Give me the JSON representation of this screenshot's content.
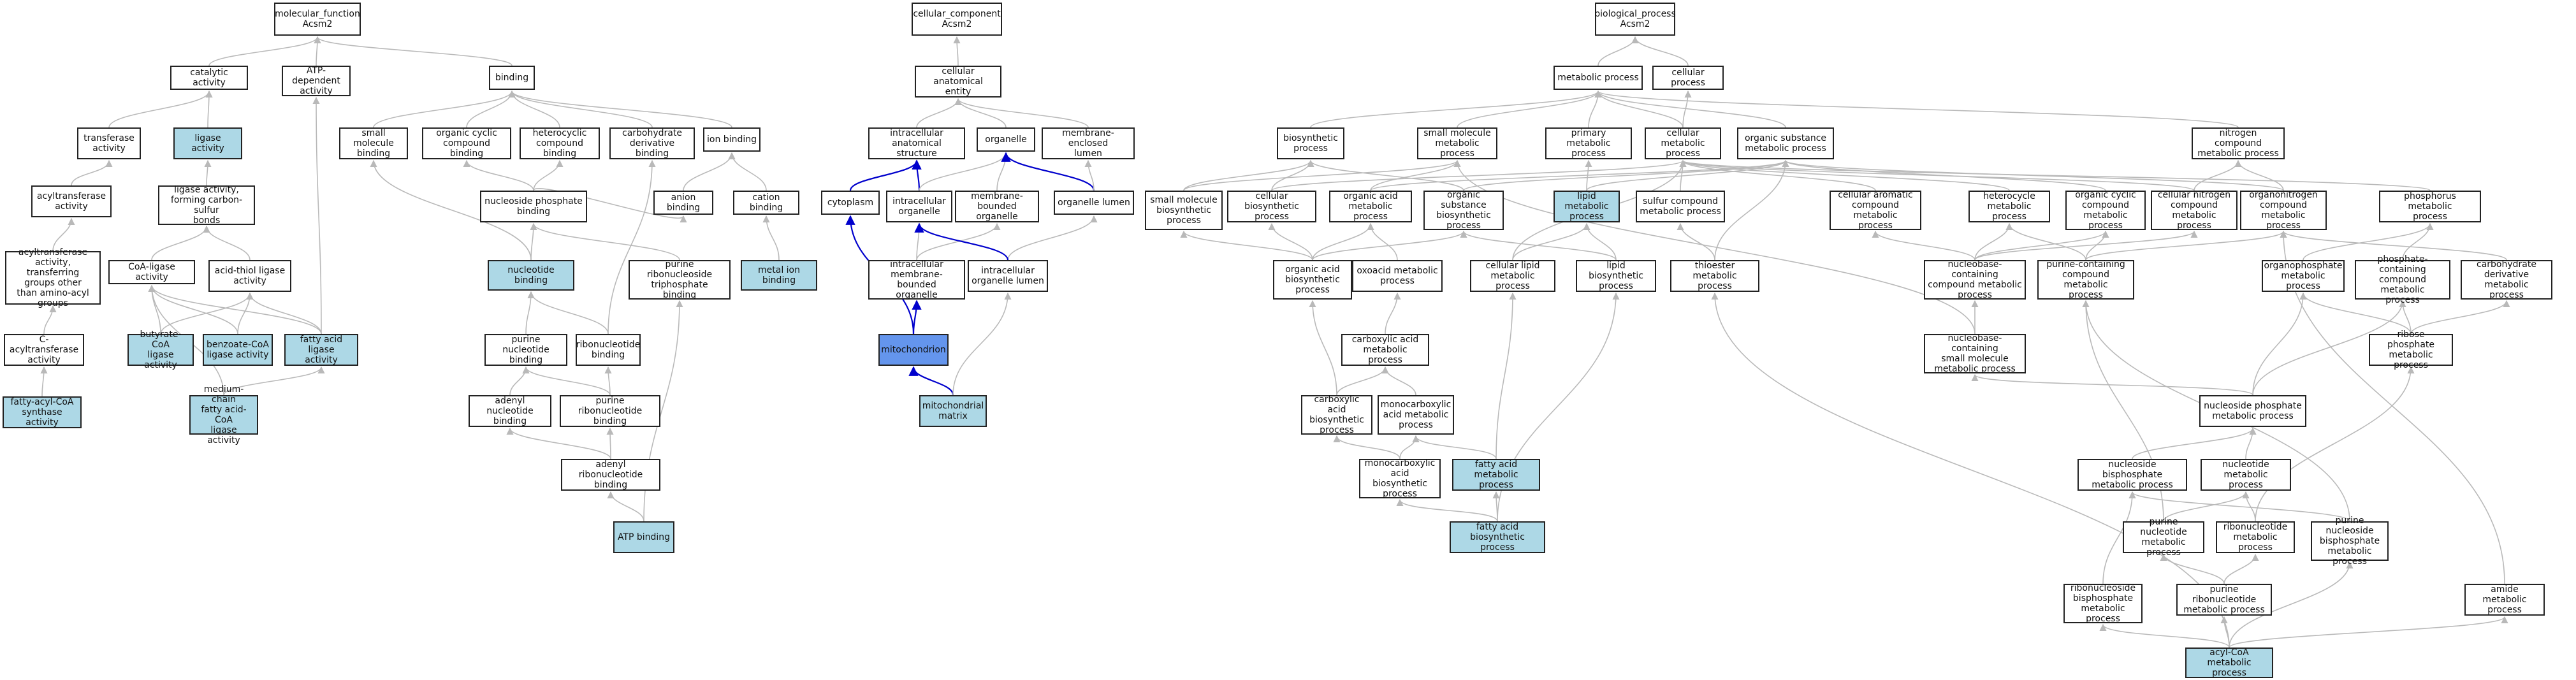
{
  "colors": {
    "node_fill": "#ffffff",
    "highlight_fill": "#add8e6",
    "focus_fill": "#6495ed",
    "edge_gray": "#b9b9b9",
    "edge_blue": "#0000cc",
    "border": "#222222"
  },
  "nodes": [
    {
      "id": "mf",
      "label": "molecular_function\nAcsm2",
      "fill": "white"
    },
    {
      "id": "catalytic",
      "label": "catalytic activity",
      "fill": "white"
    },
    {
      "id": "atpdep",
      "label": "ATP-dependent\nactivity",
      "fill": "white"
    },
    {
      "id": "binding",
      "label": "binding",
      "fill": "white"
    },
    {
      "id": "transferase",
      "label": "transferase\nactivity",
      "fill": "white"
    },
    {
      "id": "ligase",
      "label": "ligase activity",
      "fill": "blue"
    },
    {
      "id": "smbind",
      "label": "small molecule\nbinding",
      "fill": "white"
    },
    {
      "id": "orgcycbind",
      "label": "organic cyclic\ncompound binding",
      "fill": "white"
    },
    {
      "id": "hetbind",
      "label": "heterocyclic\ncompound binding",
      "fill": "white"
    },
    {
      "id": "carbbind",
      "label": "carbohydrate\nderivative binding",
      "fill": "white"
    },
    {
      "id": "ionbind",
      "label": "ion binding",
      "fill": "white"
    },
    {
      "id": "acyltrans",
      "label": "acyltransferase\nactivity",
      "fill": "white"
    },
    {
      "id": "ligcs",
      "label": "ligase activity,\nforming carbon-sulfur\nbonds",
      "fill": "white"
    },
    {
      "id": "nucphosbind",
      "label": "nucleoside phosphate\nbinding",
      "fill": "white"
    },
    {
      "id": "anionbind",
      "label": "anion binding",
      "fill": "white"
    },
    {
      "id": "cationbind",
      "label": "cation binding",
      "fill": "white"
    },
    {
      "id": "acyltransother",
      "label": "acyltransferase\nactivity, transferring\ngroups other\nthan amino-acyl\ngroups",
      "fill": "white"
    },
    {
      "id": "coalig",
      "label": "CoA-ligase activity",
      "fill": "white"
    },
    {
      "id": "acidthiol",
      "label": "acid-thiol ligase\nactivity",
      "fill": "white"
    },
    {
      "id": "nucbind",
      "label": "nucleotide binding",
      "fill": "blue"
    },
    {
      "id": "purntp",
      "label": "purine ribonucleoside\ntriphosphate\nbinding",
      "fill": "white"
    },
    {
      "id": "metalion",
      "label": "metal ion binding",
      "fill": "blue"
    },
    {
      "id": "cacyl",
      "label": "C-acyltransferase\nactivity",
      "fill": "white"
    },
    {
      "id": "butcoa",
      "label": "butyrate-CoA\nligase activity",
      "fill": "blue"
    },
    {
      "id": "bzcoa",
      "label": "benzoate-CoA\nligase activity",
      "fill": "blue"
    },
    {
      "id": "falig",
      "label": "fatty acid ligase\nactivity",
      "fill": "blue"
    },
    {
      "id": "purnucbind",
      "label": "purine nucleotide\nbinding",
      "fill": "white"
    },
    {
      "id": "ribonucbind",
      "label": "ribonucleotide\nbinding",
      "fill": "white"
    },
    {
      "id": "fattyacylcoa",
      "label": "fatty-acyl-CoA\nsynthase activity",
      "fill": "blue"
    },
    {
      "id": "mcfacoa",
      "label": "medium-chain\nfatty acid-CoA\nligase activity",
      "fill": "blue"
    },
    {
      "id": "adenucbind",
      "label": "adenyl nucleotide\nbinding",
      "fill": "white"
    },
    {
      "id": "purribbind",
      "label": "purine ribonucleotide\nbinding",
      "fill": "white"
    },
    {
      "id": "aderibbind",
      "label": "adenyl ribonucleotide\nbinding",
      "fill": "white"
    },
    {
      "id": "atpbind",
      "label": "ATP binding",
      "fill": "blue"
    },
    {
      "id": "cc",
      "label": "cellular_component\nAcsm2",
      "fill": "white"
    },
    {
      "id": "cae",
      "label": "cellular anatomical\nentity",
      "fill": "white"
    },
    {
      "id": "intracell",
      "label": "intracellular\nanatomical structure",
      "fill": "white"
    },
    {
      "id": "organelle",
      "label": "organelle",
      "fill": "white"
    },
    {
      "id": "membencl",
      "label": "membrane-enclosed\nlumen",
      "fill": "white"
    },
    {
      "id": "cytoplasm",
      "label": "cytoplasm",
      "fill": "white"
    },
    {
      "id": "intraorg",
      "label": "intracellular\norganelle",
      "fill": "white"
    },
    {
      "id": "membbound",
      "label": "membrane-bounded\norganelle",
      "fill": "white"
    },
    {
      "id": "orglumen",
      "label": "organelle lumen",
      "fill": "white"
    },
    {
      "id": "intmembbound",
      "label": "intracellular\nmembrane-bounded\norganelle",
      "fill": "white"
    },
    {
      "id": "intorglumen",
      "label": "intracellular\norganelle lumen",
      "fill": "white"
    },
    {
      "id": "mito",
      "label": "mitochondrion",
      "fill": "focus"
    },
    {
      "id": "mitomatrix",
      "label": "mitochondrial\nmatrix",
      "fill": "blue"
    },
    {
      "id": "bp",
      "label": "biological_process\nAcsm2",
      "fill": "white"
    },
    {
      "id": "metproc",
      "label": "metabolic process",
      "fill": "white"
    },
    {
      "id": "cellproc",
      "label": "cellular process",
      "fill": "white"
    },
    {
      "id": "biosyn",
      "label": "biosynthetic\nprocess",
      "fill": "white"
    },
    {
      "id": "smmet",
      "label": "small molecule\nmetabolic process",
      "fill": "white"
    },
    {
      "id": "primmet",
      "label": "primary metabolic\nprocess",
      "fill": "white"
    },
    {
      "id": "cellmet",
      "label": "cellular metabolic\nprocess",
      "fill": "white"
    },
    {
      "id": "orgsubmet",
      "label": "organic substance\nmetabolic process",
      "fill": "white"
    },
    {
      "id": "nitromet",
      "label": "nitrogen compound\nmetabolic process",
      "fill": "white"
    },
    {
      "id": "smbiosyn",
      "label": "small molecule\nbiosynthetic\nprocess",
      "fill": "white"
    },
    {
      "id": "cellbiosyn",
      "label": "cellular biosynthetic\nprocess",
      "fill": "white"
    },
    {
      "id": "orgacidmet",
      "label": "organic acid\nmetabolic process",
      "fill": "white"
    },
    {
      "id": "orgsubbiosyn",
      "label": "organic substance\nbiosynthetic\nprocess",
      "fill": "white"
    },
    {
      "id": "lipidmet",
      "label": "lipid metabolic\nprocess",
      "fill": "blue"
    },
    {
      "id": "sulfmet",
      "label": "sulfur compound\nmetabolic process",
      "fill": "white"
    },
    {
      "id": "cellaromet",
      "label": "cellular aromatic\ncompound metabolic\nprocess",
      "fill": "white"
    },
    {
      "id": "hetcycmet",
      "label": "heterocycle\nmetabolic process",
      "fill": "white"
    },
    {
      "id": "orgcycmet",
      "label": "organic cyclic\ncompound metabolic\nprocess",
      "fill": "white"
    },
    {
      "id": "cellnitmet",
      "label": "cellular nitrogen\ncompound metabolic\nprocess",
      "fill": "white"
    },
    {
      "id": "organonitmet",
      "label": "organonitrogen\ncompound metabolic\nprocess",
      "fill": "white"
    },
    {
      "id": "phosphmet",
      "label": "phosphorus metabolic\nprocess",
      "fill": "white"
    },
    {
      "id": "orgacidbiosyn",
      "label": "organic acid\nbiosynthetic\nprocess",
      "fill": "white"
    },
    {
      "id": "oxoacid",
      "label": "oxoacid metabolic\nprocess",
      "fill": "white"
    },
    {
      "id": "celllipid",
      "label": "cellular lipid\nmetabolic process",
      "fill": "white"
    },
    {
      "id": "lipidbiosyn",
      "label": "lipid biosynthetic\nprocess",
      "fill": "white"
    },
    {
      "id": "thioester",
      "label": "thioester metabolic\nprocess",
      "fill": "white"
    },
    {
      "id": "nbcompmet",
      "label": "nucleobase-containing\ncompound metabolic\nprocess",
      "fill": "white"
    },
    {
      "id": "purcont",
      "label": "purine-containing\ncompound metabolic\nprocess",
      "fill": "white"
    },
    {
      "id": "orgphos",
      "label": "organophosphate\nmetabolic process",
      "fill": "white"
    },
    {
      "id": "phoscont",
      "label": "phosphate-containing\ncompound metabolic\nprocess",
      "fill": "white"
    },
    {
      "id": "carbderiv",
      "label": "carbohydrate\nderivative metabolic\nprocess",
      "fill": "white"
    },
    {
      "id": "carboxmet",
      "label": "carboxylic acid\nmetabolic process",
      "fill": "white"
    },
    {
      "id": "nbsmmet",
      "label": "nucleobase-containing\nsmall molecule\nmetabolic process",
      "fill": "white"
    },
    {
      "id": "ribphos",
      "label": "ribose phosphate\nmetabolic process",
      "fill": "white"
    },
    {
      "id": "carboxbiosyn",
      "label": "carboxylic acid\nbiosynthetic\nprocess",
      "fill": "white"
    },
    {
      "id": "monocarbmet",
      "label": "monocarboxylic\nacid metabolic\nprocess",
      "fill": "white"
    },
    {
      "id": "nucphosmet",
      "label": "nucleoside phosphate\nmetabolic process",
      "fill": "white"
    },
    {
      "id": "monocarbbiosyn",
      "label": "monocarboxylic\nacid biosynthetic\nprocess",
      "fill": "white"
    },
    {
      "id": "famet",
      "label": "fatty acid metabolic\nprocess",
      "fill": "blue"
    },
    {
      "id": "nucbisphos",
      "label": "nucleoside bisphosphate\nmetabolic process",
      "fill": "white"
    },
    {
      "id": "nucleotidemet",
      "label": "nucleotide metabolic\nprocess",
      "fill": "white"
    },
    {
      "id": "fabiosyn",
      "label": "fatty acid biosynthetic\nprocess",
      "fill": "blue"
    },
    {
      "id": "purnucmet",
      "label": "purine nucleotide\nmetabolic process",
      "fill": "white"
    },
    {
      "id": "ribonucmet",
      "label": "ribonucleotide\nmetabolic process",
      "fill": "white"
    },
    {
      "id": "purnucbis",
      "label": "purine nucleoside\nbisphosphate\nmetabolic process",
      "fill": "white"
    },
    {
      "id": "ribonucbis",
      "label": "ribonucleoside\nbisphosphate\nmetabolic process",
      "fill": "white"
    },
    {
      "id": "purribmet",
      "label": "purine ribonucleotide\nmetabolic process",
      "fill": "white"
    },
    {
      "id": "amidemet",
      "label": "amide metabolic\nprocess",
      "fill": "white"
    },
    {
      "id": "acylcoa",
      "label": "acyl-CoA metabolic\nprocess",
      "fill": "blue"
    }
  ],
  "edges": [
    [
      "catalytic",
      "mf",
      "gray"
    ],
    [
      "atpdep",
      "mf",
      "gray"
    ],
    [
      "binding",
      "mf",
      "gray"
    ],
    [
      "transferase",
      "catalytic",
      "gray"
    ],
    [
      "ligase",
      "catalytic",
      "gray"
    ],
    [
      "acyltrans",
      "transferase",
      "gray"
    ],
    [
      "acyltransother",
      "acyltrans",
      "gray"
    ],
    [
      "cacyl",
      "acyltransother",
      "gray"
    ],
    [
      "fattyacylcoa",
      "cacyl",
      "gray"
    ],
    [
      "ligcs",
      "ligase",
      "gray"
    ],
    [
      "coalig",
      "ligcs",
      "gray"
    ],
    [
      "acidthiol",
      "ligcs",
      "gray"
    ],
    [
      "butcoa",
      "coalig",
      "gray"
    ],
    [
      "bzcoa",
      "coalig",
      "gray"
    ],
    [
      "falig",
      "coalig",
      "gray"
    ],
    [
      "butcoa",
      "acidthiol",
      "gray"
    ],
    [
      "bzcoa",
      "acidthiol",
      "gray"
    ],
    [
      "falig",
      "acidthiol",
      "gray"
    ],
    [
      "falig",
      "atpdep",
      "gray"
    ],
    [
      "mcfacoa",
      "falig",
      "gray"
    ],
    [
      "mcfacoa",
      "coalig",
      "gray"
    ],
    [
      "smbind",
      "binding",
      "gray"
    ],
    [
      "orgcycbind",
      "binding",
      "gray"
    ],
    [
      "hetbind",
      "binding",
      "gray"
    ],
    [
      "carbbind",
      "binding",
      "gray"
    ],
    [
      "ionbind",
      "binding",
      "gray"
    ],
    [
      "nucphosbind",
      "orgcycbind",
      "gray"
    ],
    [
      "nucphosbind",
      "hetbind",
      "gray"
    ],
    [
      "nucphosbind",
      "anionbind",
      "gray"
    ],
    [
      "anionbind",
      "ionbind",
      "gray"
    ],
    [
      "cationbind",
      "ionbind",
      "gray"
    ],
    [
      "metalion",
      "cationbind",
      "gray"
    ],
    [
      "nucbind",
      "nucphosbind",
      "gray"
    ],
    [
      "nucbind",
      "smbind",
      "gray"
    ],
    [
      "purntp",
      "nucphosbind",
      "gray"
    ],
    [
      "purnucbind",
      "nucbind",
      "gray"
    ],
    [
      "ribonucbind",
      "nucbind",
      "gray"
    ],
    [
      "ribonucbind",
      "carbbind",
      "gray"
    ],
    [
      "adenucbind",
      "purnucbind",
      "gray"
    ],
    [
      "purribbind",
      "purnucbind",
      "gray"
    ],
    [
      "purribbind",
      "ribonucbind",
      "gray"
    ],
    [
      "aderibbind",
      "adenucbind",
      "gray"
    ],
    [
      "aderibbind",
      "purribbind",
      "gray"
    ],
    [
      "atpbind",
      "aderibbind",
      "gray"
    ],
    [
      "atpbind",
      "purntp",
      "gray"
    ],
    [
      "cae",
      "cc",
      "gray"
    ],
    [
      "intracell",
      "cae",
      "gray"
    ],
    [
      "organelle",
      "cae",
      "gray"
    ],
    [
      "membencl",
      "cae",
      "gray"
    ],
    [
      "cytoplasm",
      "intracell",
      "blue"
    ],
    [
      "intraorg",
      "intracell",
      "blue"
    ],
    [
      "intraorg",
      "organelle",
      "gray"
    ],
    [
      "membbound",
      "organelle",
      "gray"
    ],
    [
      "orglumen",
      "organelle",
      "blue"
    ],
    [
      "orglumen",
      "membencl",
      "gray"
    ],
    [
      "intmembbound",
      "intraorg",
      "gray"
    ],
    [
      "intmembbound",
      "membbound",
      "gray"
    ],
    [
      "intorglumen",
      "orglumen",
      "gray"
    ],
    [
      "intorglumen",
      "intraorg",
      "blue"
    ],
    [
      "mito",
      "cytoplasm",
      "blue"
    ],
    [
      "mito",
      "intmembbound",
      "blue"
    ],
    [
      "mitomatrix",
      "mito",
      "blue"
    ],
    [
      "mitomatrix",
      "intorglumen",
      "gray"
    ],
    [
      "metproc",
      "bp",
      "gray"
    ],
    [
      "cellproc",
      "bp",
      "gray"
    ],
    [
      "biosyn",
      "metproc",
      "gray"
    ],
    [
      "smmet",
      "metproc",
      "gray"
    ],
    [
      "primmet",
      "metproc",
      "gray"
    ],
    [
      "cellmet",
      "metproc",
      "gray"
    ],
    [
      "cellmet",
      "cellproc",
      "gray"
    ],
    [
      "orgsubmet",
      "metproc",
      "gray"
    ],
    [
      "nitromet",
      "metproc",
      "gray"
    ],
    [
      "smbiosyn",
      "biosyn",
      "gray"
    ],
    [
      "smbiosyn",
      "smmet",
      "gray"
    ],
    [
      "cellbiosyn",
      "biosyn",
      "gray"
    ],
    [
      "cellbiosyn",
      "cellmet",
      "gray"
    ],
    [
      "orgacidmet",
      "smmet",
      "gray"
    ],
    [
      "orgacidmet",
      "orgsubmet",
      "gray"
    ],
    [
      "orgsubbiosyn",
      "biosyn",
      "gray"
    ],
    [
      "orgsubbiosyn",
      "orgsubmet",
      "gray"
    ],
    [
      "lipidmet",
      "primmet",
      "gray"
    ],
    [
      "lipidmet",
      "orgsubmet",
      "gray"
    ],
    [
      "sulfmet",
      "cellmet",
      "gray"
    ],
    [
      "cellaromet",
      "cellmet",
      "gray"
    ],
    [
      "hetcycmet",
      "cellmet",
      "gray"
    ],
    [
      "orgcycmet",
      "orgsubmet",
      "gray"
    ],
    [
      "cellnitmet",
      "cellmet",
      "gray"
    ],
    [
      "cellnitmet",
      "nitromet",
      "gray"
    ],
    [
      "organonitmet",
      "orgsubmet",
      "gray"
    ],
    [
      "organonitmet",
      "nitromet",
      "gray"
    ],
    [
      "phosphmet",
      "cellmet",
      "gray"
    ],
    [
      "orgacidbiosyn",
      "orgacidmet",
      "gray"
    ],
    [
      "orgacidbiosyn",
      "smbiosyn",
      "gray"
    ],
    [
      "orgacidbiosyn",
      "cellbiosyn",
      "gray"
    ],
    [
      "orgacidbiosyn",
      "orgsubbiosyn",
      "gray"
    ],
    [
      "oxoacid",
      "orgacidmet",
      "gray"
    ],
    [
      "celllipid",
      "lipidmet",
      "gray"
    ],
    [
      "celllipid",
      "cellmet",
      "gray"
    ],
    [
      "lipidbiosyn",
      "lipidmet",
      "gray"
    ],
    [
      "lipidbiosyn",
      "orgsubbiosyn",
      "gray"
    ],
    [
      "thioester",
      "sulfmet",
      "gray"
    ],
    [
      "thioester",
      "orgsubmet",
      "gray"
    ],
    [
      "nbcompmet",
      "cellaromet",
      "gray"
    ],
    [
      "nbcompmet",
      "hetcycmet",
      "gray"
    ],
    [
      "nbcompmet",
      "orgcycmet",
      "gray"
    ],
    [
      "nbcompmet",
      "cellnitmet",
      "gray"
    ],
    [
      "purcont",
      "hetcycmet",
      "gray"
    ],
    [
      "purcont",
      "orgcycmet",
      "gray"
    ],
    [
      "purcont",
      "organonitmet",
      "gray"
    ],
    [
      "orgphos",
      "phosphmet",
      "gray"
    ],
    [
      "phoscont",
      "phosphmet",
      "gray"
    ],
    [
      "carbderiv",
      "organonitmet",
      "gray"
    ],
    [
      "carboxmet",
      "oxoacid",
      "gray"
    ],
    [
      "nbsmmet",
      "nbcompmet",
      "gray"
    ],
    [
      "nbsmmet",
      "smmet",
      "gray"
    ],
    [
      "ribphos",
      "carbderiv",
      "gray"
    ],
    [
      "ribphos",
      "orgphos",
      "gray"
    ],
    [
      "ribphos",
      "phoscont",
      "gray"
    ],
    [
      "carboxbiosyn",
      "carboxmet",
      "gray"
    ],
    [
      "carboxbiosyn",
      "orgacidbiosyn",
      "gray"
    ],
    [
      "monocarbmet",
      "carboxmet",
      "gray"
    ],
    [
      "nucphosmet",
      "nbsmmet",
      "gray"
    ],
    [
      "nucphosmet",
      "orgphos",
      "gray"
    ],
    [
      "nucphosmet",
      "phoscont",
      "gray"
    ],
    [
      "monocarbbiosyn",
      "carboxbiosyn",
      "gray"
    ],
    [
      "monocarbbiosyn",
      "monocarbmet",
      "gray"
    ],
    [
      "famet",
      "monocarbmet",
      "gray"
    ],
    [
      "famet",
      "celllipid",
      "gray"
    ],
    [
      "nucbisphos",
      "nucphosmet",
      "gray"
    ],
    [
      "nucleotidemet",
      "nucphosmet",
      "gray"
    ],
    [
      "fabiosyn",
      "famet",
      "gray"
    ],
    [
      "fabiosyn",
      "monocarbbiosyn",
      "gray"
    ],
    [
      "fabiosyn",
      "lipidbiosyn",
      "gray"
    ],
    [
      "purnucmet",
      "nucleotidemet",
      "gray"
    ],
    [
      "purnucmet",
      "purcont",
      "gray"
    ],
    [
      "ribonucmet",
      "nucleotidemet",
      "gray"
    ],
    [
      "ribonucmet",
      "ribphos",
      "gray"
    ],
    [
      "purnucbis",
      "nucbisphos",
      "gray"
    ],
    [
      "purnucbis",
      "purcont",
      "gray"
    ],
    [
      "ribonucbis",
      "nucbisphos",
      "gray"
    ],
    [
      "purribmet",
      "purnucmet",
      "gray"
    ],
    [
      "purribmet",
      "ribonucmet",
      "gray"
    ],
    [
      "amidemet",
      "organonitmet",
      "gray"
    ],
    [
      "acylcoa",
      "thioester",
      "gray"
    ],
    [
      "acylcoa",
      "purribmet",
      "gray"
    ],
    [
      "acylcoa",
      "purnucbis",
      "gray"
    ],
    [
      "acylcoa",
      "ribonucbis",
      "gray"
    ],
    [
      "acylcoa",
      "amidemet",
      "gray"
    ]
  ]
}
